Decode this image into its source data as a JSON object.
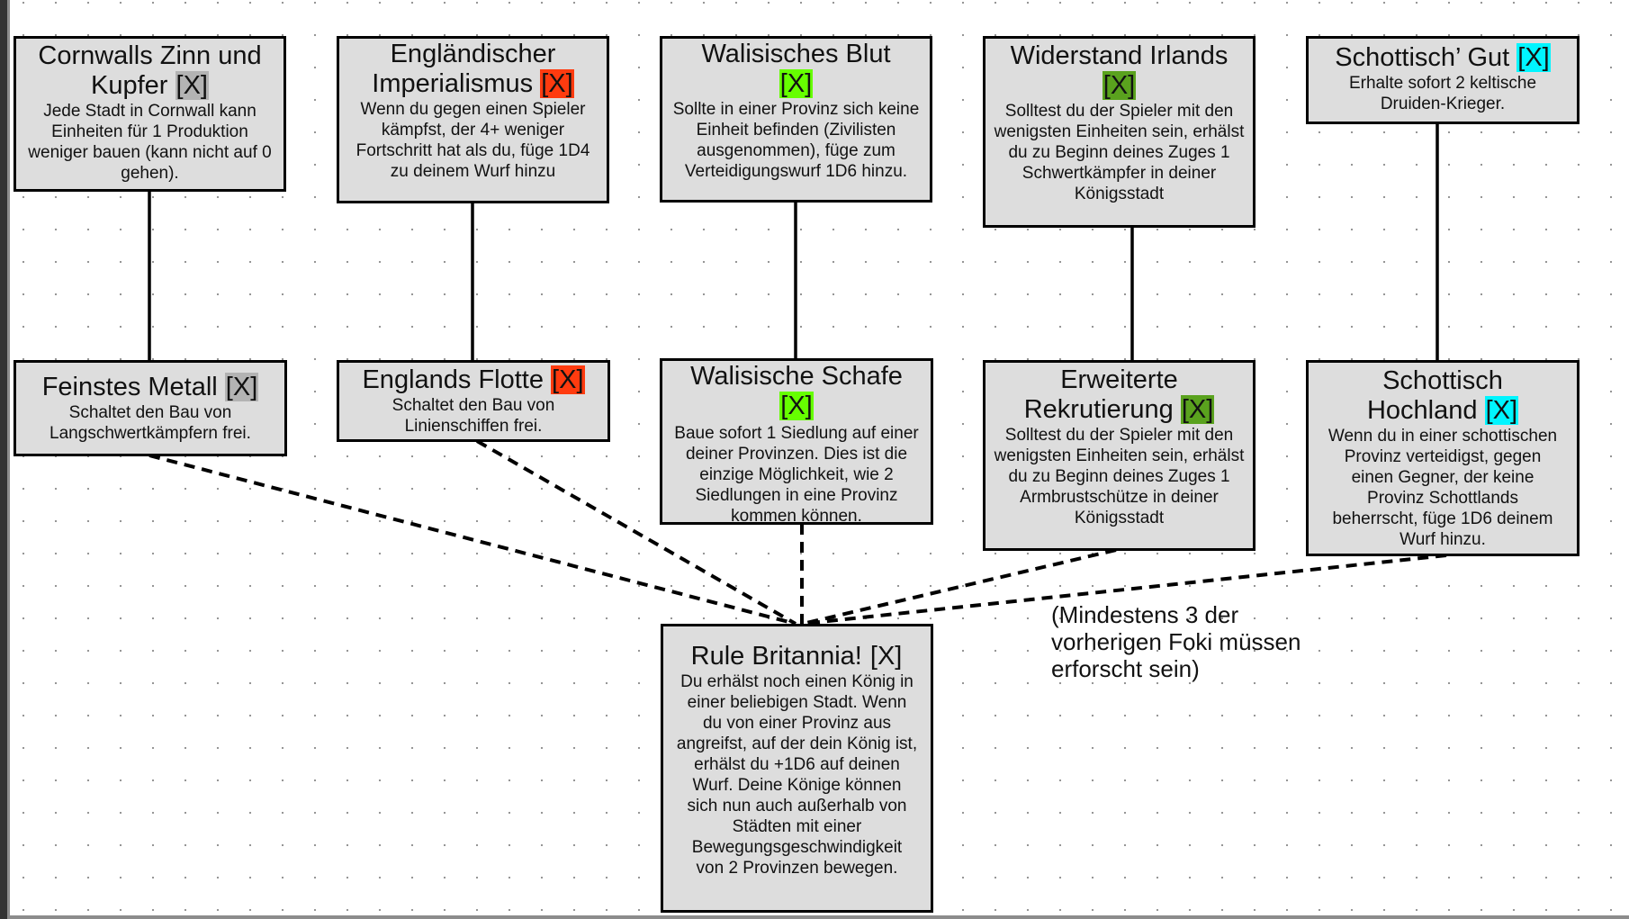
{
  "diagram_title": "",
  "colors": {
    "gray_tag": "#b3b3b3",
    "red_tag": "#ff3b0f",
    "lime_tag": "#66ff00",
    "green_tag": "#5aa21e",
    "cyan_tag": "#00f5ff",
    "none_tag": "transparent"
  },
  "nodes": {
    "cornwall": {
      "title": "Cornwalls Zinn und Kupfer",
      "tag": "[X]",
      "tag_color": "gray",
      "desc": "Jede Stadt in Cornwall kann Einheiten für 1 Produktion weniger bauen (kann nicht auf 0 gehen)."
    },
    "imperialismus": {
      "title": "Engländischer Imperialismus",
      "tag": "[X]",
      "tag_color": "red",
      "desc": "Wenn du gegen einen Spieler kämpfst, der 4+ weniger Fortschritt hat als du, füge 1D4 zu deinem Wurf hinzu"
    },
    "walisisches_blut": {
      "title": "Walisisches Blut",
      "tag": "[X]",
      "tag_color": "lime",
      "desc": "Sollte in einer Provinz sich keine Einheit befinden (Zivilisten ausgenommen), füge zum Verteidigungswurf 1D6 hinzu."
    },
    "widerstand": {
      "title": "Widerstand Irlands",
      "tag": "[X]",
      "tag_color": "green",
      "desc": "Solltest du der Spieler mit den wenigsten Einheiten sein, erhälst du zu Beginn deines Zuges 1 Schwertkämpfer in deiner Königsstadt"
    },
    "schottisch_gut": {
      "title": "Schottisch’ Gut",
      "tag": "[X]",
      "tag_color": "cyan",
      "desc": "Erhalte sofort 2 keltische Druiden-Krieger."
    },
    "feinstes_metall": {
      "title": "Feinstes Metall",
      "tag": "[X]",
      "tag_color": "gray",
      "desc": "Schaltet den Bau von Langschwertkämpfern frei."
    },
    "englands_flotte": {
      "title": "Englands Flotte",
      "tag": "[X]",
      "tag_color": "red",
      "desc": "Schaltet den Bau von Linienschiffen frei."
    },
    "walisische_schafe": {
      "title": "Walisische Schafe",
      "tag": "[X]",
      "tag_color": "lime",
      "desc": "Baue sofort 1 Siedlung auf einer deiner Provinzen. Dies ist die einzige Möglichkeit, wie 2 Siedlungen in eine Provinz kommen können."
    },
    "erweiterte_rekrutierung": {
      "title": "Erweiterte Rekrutierung",
      "tag": "[X]",
      "tag_color": "green",
      "desc": "Solltest du der Spieler mit den wenigsten Einheiten sein, erhälst du zu Beginn deines Zuges 1 Armbrustschütze in deiner Königsstadt"
    },
    "schottisch_hochland": {
      "title": "Schottisch Hochland",
      "tag": "[X]",
      "tag_color": "cyan",
      "desc": "Wenn du in einer schottischen Provinz verteidigst, gegen einen Gegner, der keine Provinz Schottlands beherrscht, füge 1D6 deinem Wurf hinzu."
    },
    "rule_britannia": {
      "title": "Rule Britannia!",
      "tag": "[X]",
      "tag_color": "none",
      "desc": "Du erhälst noch einen König in einer beliebigen Stadt. Wenn du von einer Provinz aus angreifst, auf der dein König ist, erhälst du +1D6 auf deinen Wurf. Deine Könige können sich nun auch außerhalb von Städten mit einer Bewegungsgeschwindigkeit von 2 Provinzen bewegen."
    }
  },
  "edges": [
    {
      "from": "cornwall",
      "to": "feinstes_metall",
      "style": "solid"
    },
    {
      "from": "imperialismus",
      "to": "englands_flotte",
      "style": "solid"
    },
    {
      "from": "walisisches_blut",
      "to": "walisische_schafe",
      "style": "solid"
    },
    {
      "from": "widerstand",
      "to": "erweiterte_rekrutierung",
      "style": "solid"
    },
    {
      "from": "schottisch_gut",
      "to": "schottisch_hochland",
      "style": "solid"
    },
    {
      "from": "feinstes_metall",
      "to": "rule_britannia",
      "style": "dashed"
    },
    {
      "from": "englands_flotte",
      "to": "rule_britannia",
      "style": "dashed"
    },
    {
      "from": "walisische_schafe",
      "to": "rule_britannia",
      "style": "dashed"
    },
    {
      "from": "erweiterte_rekrutierung",
      "to": "rule_britannia",
      "style": "dashed"
    },
    {
      "from": "schottisch_hochland",
      "to": "rule_britannia",
      "style": "dashed"
    }
  ],
  "note": {
    "line1": "(Mindestens 3 der",
    "line2": "vorherigen Foki müssen",
    "line3": "erforscht sein)"
  }
}
